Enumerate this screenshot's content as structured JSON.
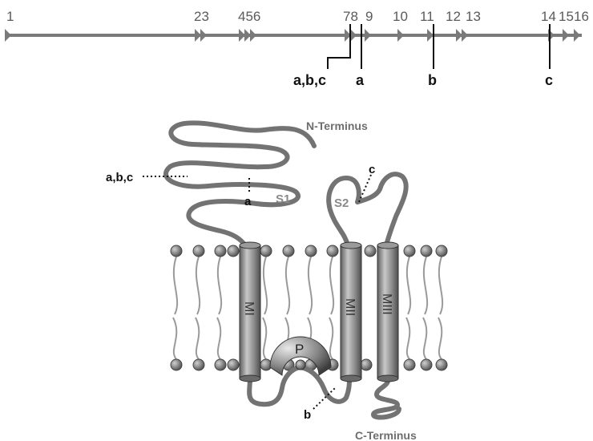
{
  "gene_map": {
    "exon_labels": [
      "1",
      "23",
      "456",
      "78",
      "9",
      "10",
      "11",
      "12",
      "13",
      "14",
      "15",
      "16"
    ],
    "site_labels": [
      "a,b,c",
      "a",
      "b",
      "c"
    ]
  },
  "topology": {
    "n_terminus": "N-Terminus",
    "c_terminus": "C-Terminus",
    "loops": [
      "S1",
      "S2"
    ],
    "helices": [
      "MI",
      "MII",
      "MIII"
    ],
    "pore": "P",
    "mutation_labels": [
      "a,b,c",
      "a",
      "c",
      "b"
    ]
  },
  "colors": {
    "backbone": "#7a7a7a",
    "chain": "#737373",
    "lipid_tail": "#9a9a9a",
    "lipid_head": "#6a6a6a",
    "helix": "#8c8c8c"
  }
}
